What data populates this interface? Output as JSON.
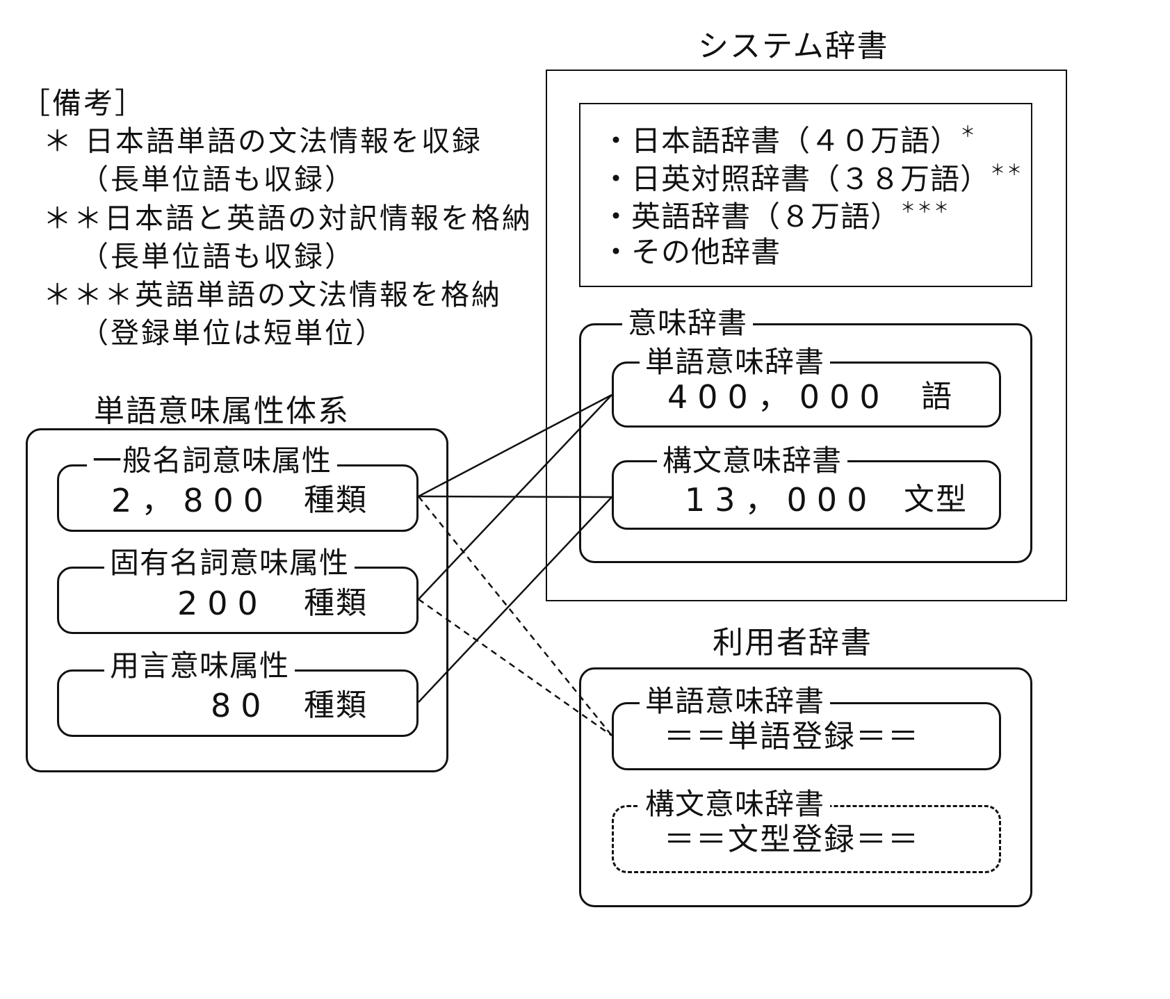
{
  "notes": {
    "heading": "［備考］",
    "lines": [
      "＊ 日本語単語の文法情報を収録",
      "（長単位語も収録）",
      "＊＊日本語と英語の対訳情報を格納",
      "（長単位語も収録）",
      "＊＊＊英語単語の文法情報を格納",
      "（登録単位は短単位）"
    ]
  },
  "attribute_system": {
    "title": "単語意味属性体系",
    "groups": [
      {
        "label": "一般名詞意味属性",
        "value": "2，800",
        "unit": "種類"
      },
      {
        "label": "固有名詞意味属性",
        "value": "200",
        "unit": "種類"
      },
      {
        "label": "用言意味属性",
        "value": "80",
        "unit": "種類"
      }
    ]
  },
  "system_dictionary": {
    "title": "システム辞書",
    "items": [
      {
        "text": "・日本語辞書（４０万語）",
        "mark": "＊"
      },
      {
        "text": "・日英対照辞書（３８万語）",
        "mark": "＊＊"
      },
      {
        "text": "・英語辞書（８万語）",
        "mark": "＊＊＊"
      },
      {
        "text": "・その他辞書",
        "mark": ""
      }
    ],
    "semantic": {
      "label": "意味辞書",
      "word_dict": {
        "label": "単語意味辞書",
        "value": "400，000",
        "unit": "語"
      },
      "syntax_dict": {
        "label": "構文意味辞書",
        "value": "13，000",
        "unit": "文型"
      }
    }
  },
  "user_dictionary": {
    "title": "利用者辞書",
    "word_dict": {
      "label": "単語意味辞書",
      "content": "＝＝単語登録＝＝"
    },
    "syntax_dict": {
      "label": "構文意味辞書",
      "content": "＝＝文型登録＝＝"
    }
  }
}
